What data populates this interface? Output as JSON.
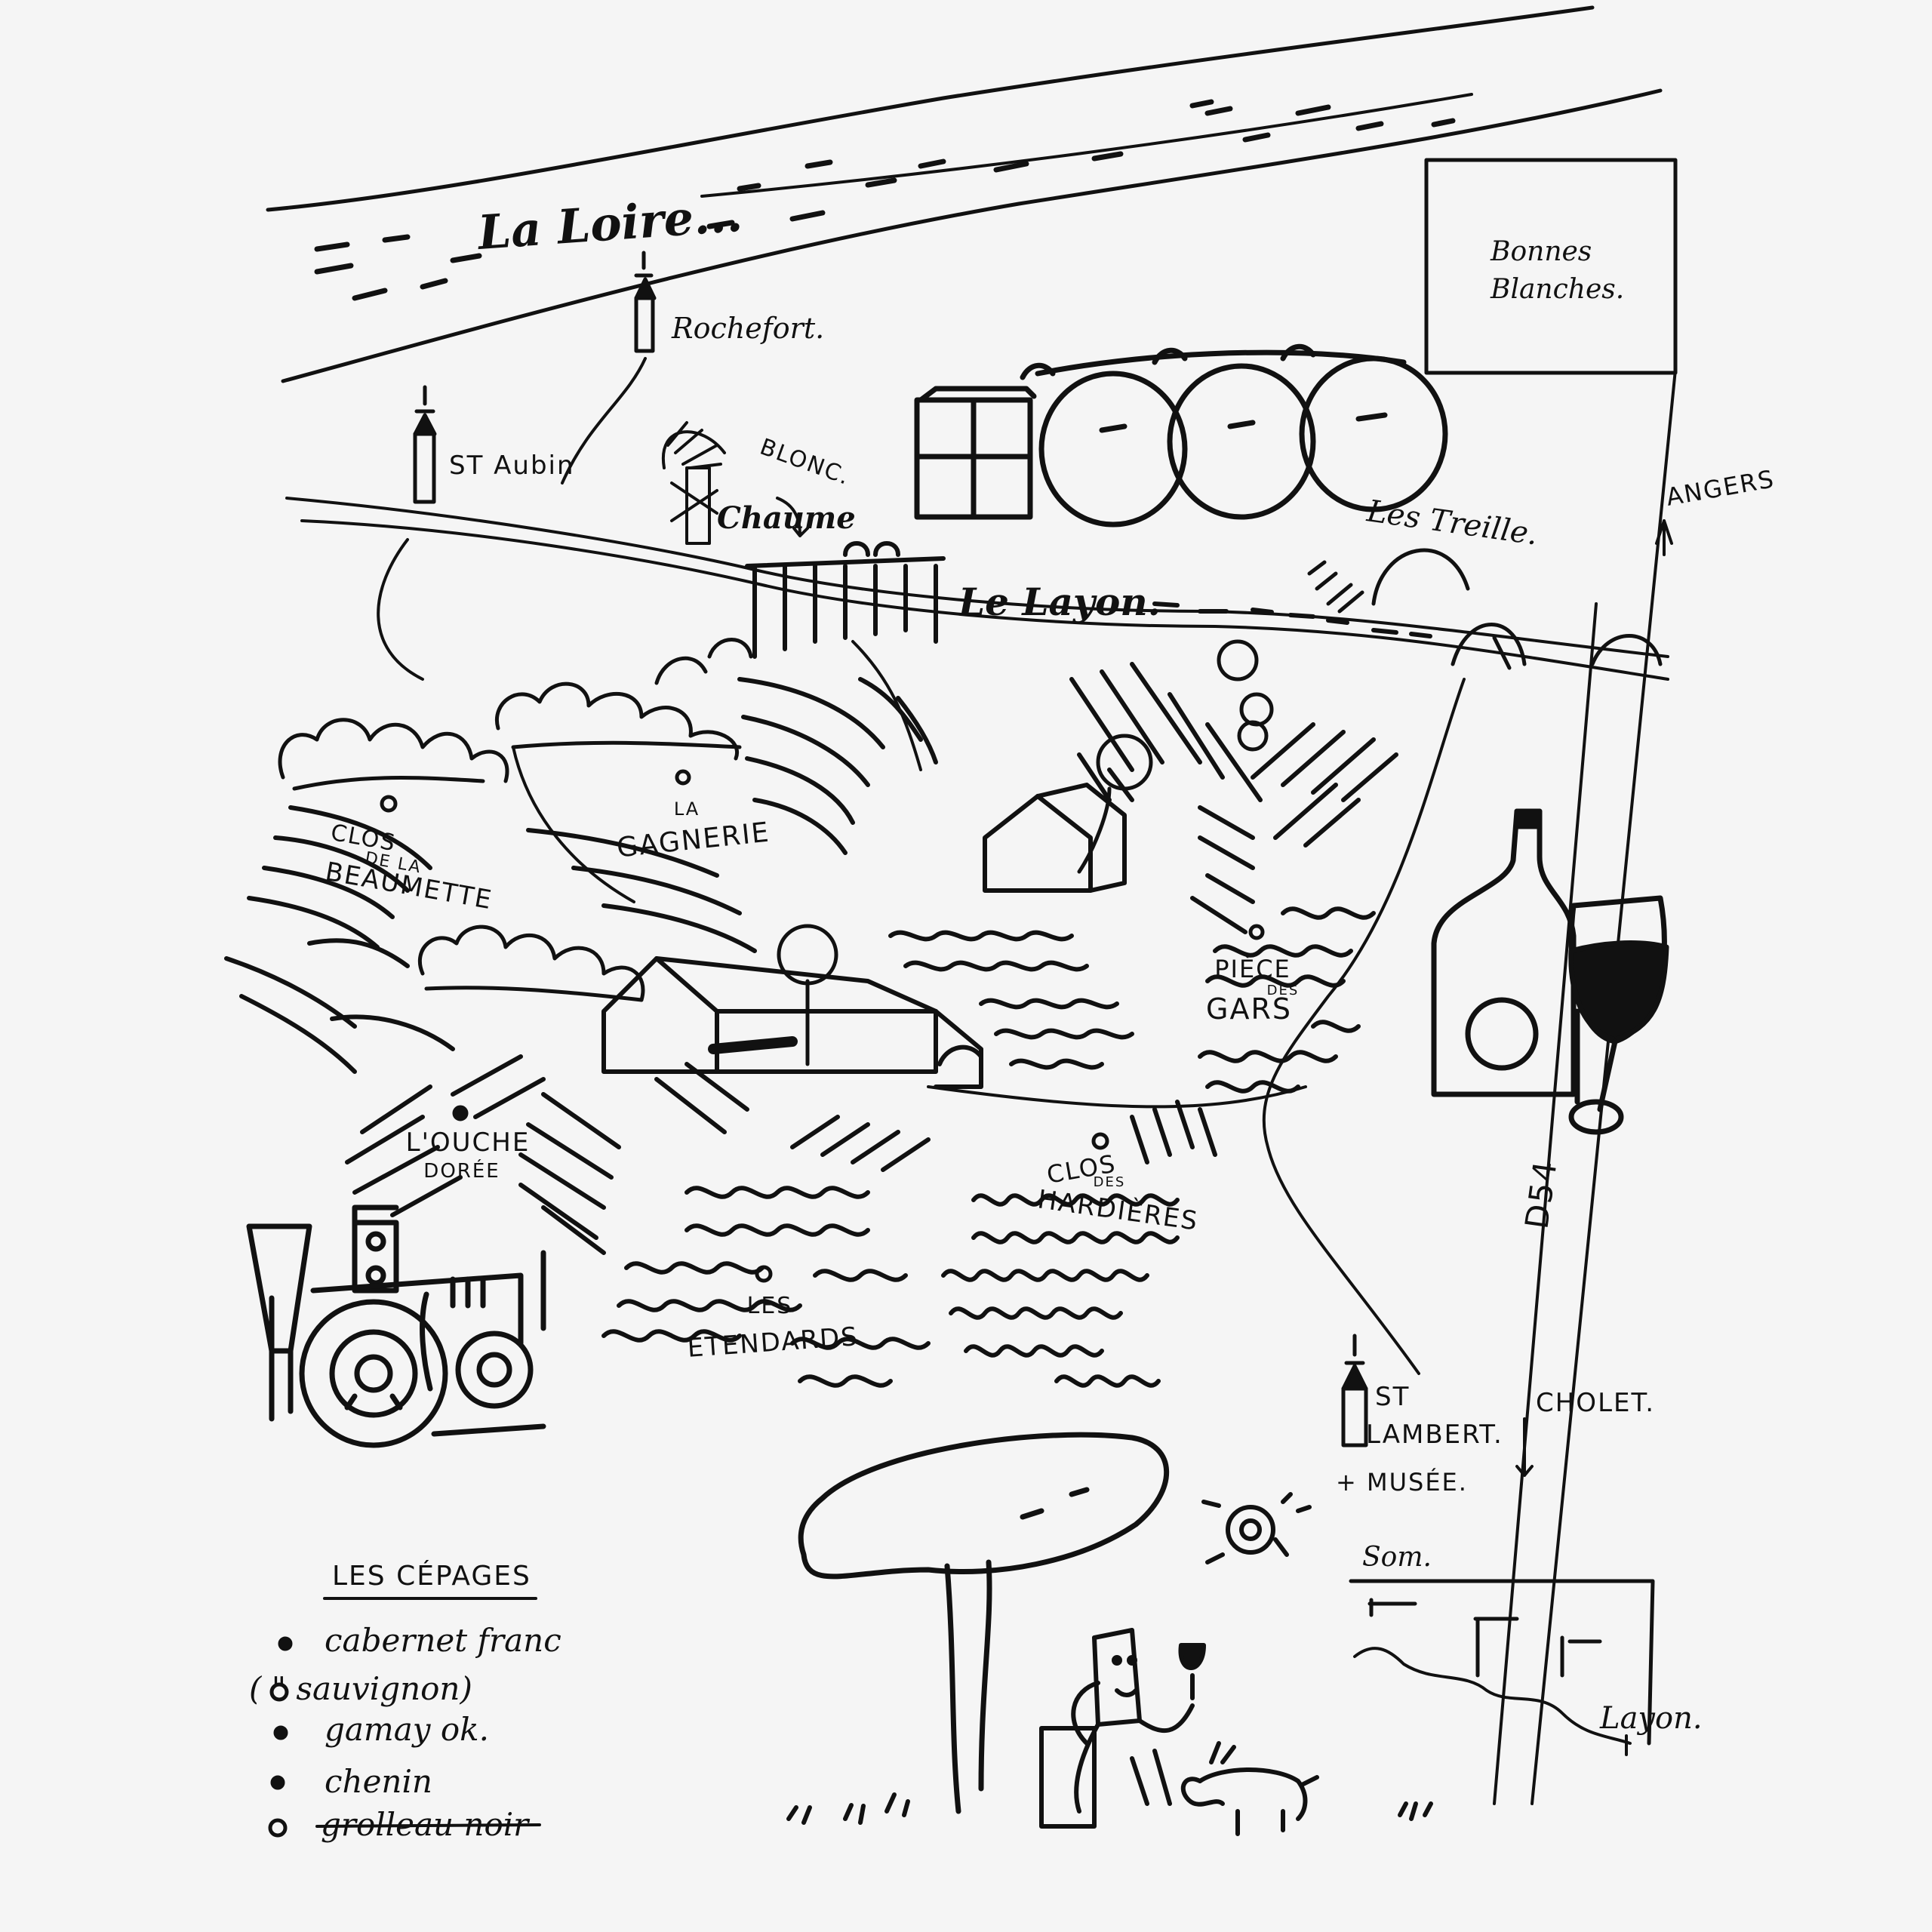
{
  "labels": {
    "river_loire": "La Loire...",
    "town_rochefort": "Rochefort.",
    "town_staubin": "ST Aubin",
    "windmill_blanc": "BLONC.",
    "windmill_chaume": "Chaume",
    "river_layon": "Le Layon.",
    "town_les_treilles": "Les Treille.",
    "sign_bonnes_blanches": [
      "Bonnes",
      "Blanches."
    ],
    "road_angers": "ANGERS",
    "road_number": "D54",
    "road_cholet": "CHOLET.",
    "town_st_lambert": [
      "ST",
      "LAMBERT."
    ],
    "musee": "+ MUSÉE.",
    "profile_title": "Som.",
    "profile_end": "Layon."
  },
  "parcels": [
    {
      "id": "clos-de-la-beaumette",
      "lines": [
        "CLOS",
        "DE LA",
        "BEAUMETTE"
      ]
    },
    {
      "id": "la-gagnerie",
      "lines": [
        "LA",
        "GAGNERIE"
      ]
    },
    {
      "id": "piece-des-gars",
      "lines": [
        "PIÈCE",
        "DES",
        "GARS"
      ]
    },
    {
      "id": "l-ouche-doree",
      "lines": [
        "L'OUCHE",
        "DORÉE"
      ]
    },
    {
      "id": "clos-des-hardieres",
      "lines": [
        "CLOS",
        "DES",
        "HARDIÈRES"
      ]
    },
    {
      "id": "les-etendards",
      "lines": [
        "LES",
        "ÉTENDARDS"
      ]
    }
  ],
  "legend": {
    "title": "LES CÉPAGES",
    "items": [
      {
        "marker": "filled-dot",
        "text": "cabernet franc",
        "struck": false
      },
      {
        "marker": "ring",
        "text": "( \" sauvignon)",
        "struck": false
      },
      {
        "marker": "filled-dot",
        "text": "gamay ok.",
        "struck": false
      },
      {
        "marker": "filled-dot",
        "text": "chenin",
        "struck": false
      },
      {
        "marker": "ring",
        "text": "grolleau noir",
        "struck": true
      }
    ]
  },
  "colors": {
    "ink": "#111111",
    "paper": "#f5f5f5"
  }
}
